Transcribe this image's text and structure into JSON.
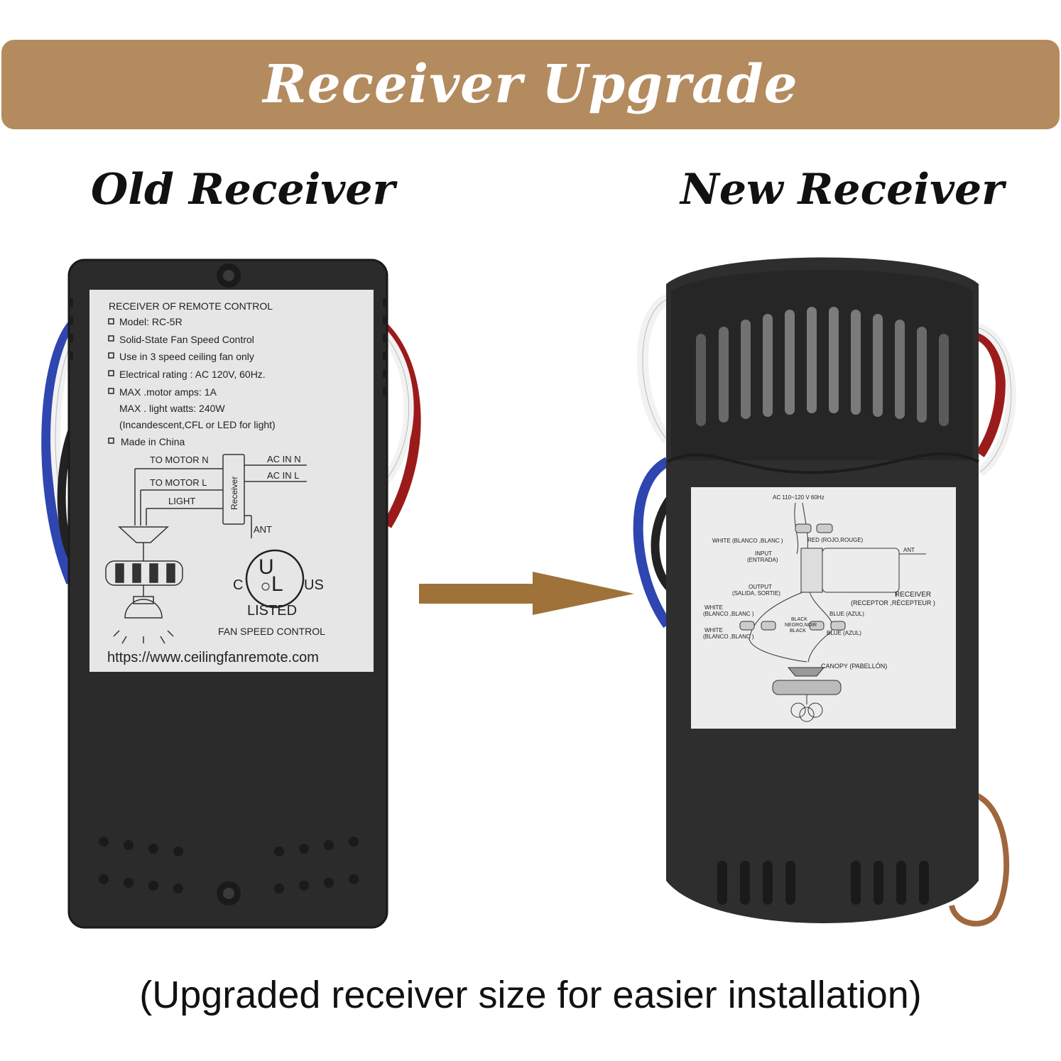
{
  "banner": {
    "title": "Receiver Upgrade",
    "color": "#b38b5e"
  },
  "left": {
    "heading": "Old Receiver"
  },
  "right": {
    "heading": "New Receiver"
  },
  "caption": "(Upgraded receiver size for easier installation)",
  "old_label": {
    "header": "RECEIVER OF REMOTE   CONTROL",
    "lines": [
      "Model:  RC-5R",
      "Solid-State Fan Speed Control",
      "Use in 3 speed ceiling fan only",
      "Electrical  rating :  AC  120V, 60Hz.",
      "MAX .motor amps:  1A",
      "MAX . light  watts:  240W",
      "(Incandescent,CFL or LED for light)",
      "Made in China"
    ],
    "to_motor_n": "TO MOTOR  N",
    "to_motor_l": "TO MOTOR  L",
    "light": "LIGHT",
    "receiver": "Receiver",
    "ac_in_n": "AC  IN  N",
    "ac_in_l": "AC  IN  L",
    "ant": "ANT",
    "ul_c": "C",
    "ul_us": "US",
    "listed": "LISTED",
    "fan_speed": "FAN SPEED CONTROL",
    "url": "https://www.ceilingfanremote.com"
  },
  "new_label": {
    "ac": "AC 110~120 V 60Hz",
    "white_in": "WHITE (BLANCO ,BLANC )",
    "red": "RED (ROJO,ROUGE)",
    "ant": "ANT",
    "input": "INPUT",
    "entrada": "(ENTRADA)",
    "output": "OUTPUT",
    "salida": "(SALIDA, SORTIE)",
    "receiver": "RECEIVER",
    "receptor": "(RECEPTOR ,RÉCEPTEUR )",
    "white1": "WHITE",
    "white1b": "(BLANCO ,BLANC )",
    "blue1": "BLUE (AZUL)",
    "black": "BLACK",
    "negro": "NEGRO,NOIR",
    "black2": "BLACK",
    "white2": "WHITE",
    "white2b": "(BLANCO ,BLANC )",
    "blue2": "BLUE (AZUL)",
    "canopy": "CANOPY (PABELLÓN)"
  }
}
